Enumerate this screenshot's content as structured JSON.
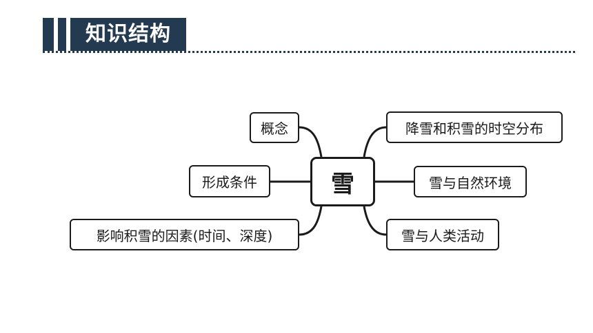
{
  "header": {
    "title": "知识结构"
  },
  "mindmap": {
    "center": "雪",
    "left": [
      "概念",
      "形成条件",
      "影响积雪的因素(时间、深度)"
    ],
    "right": [
      "降雪和积雪的时空分布",
      "雪与自然环境",
      "雪与人类活动"
    ]
  }
}
